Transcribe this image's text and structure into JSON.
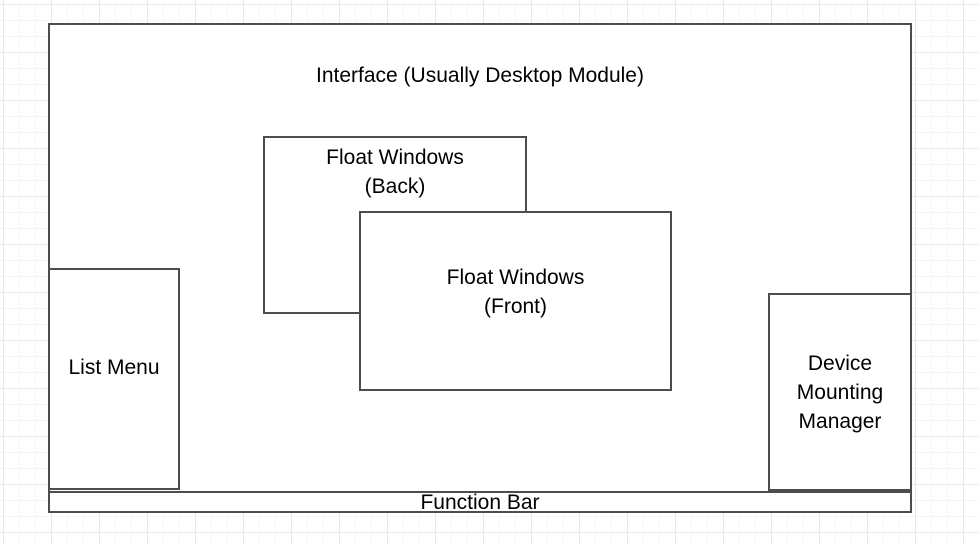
{
  "colors": {
    "canvas_bg": "#ffffff",
    "shape_fill": "#ffffff",
    "stroke": "#4d4d4d",
    "text": "#000000",
    "grid_minor": "#f5f5f5",
    "grid_major": "#e9e9e9"
  },
  "diagram": {
    "interface": {
      "label": "Interface (Usually Desktop Module)"
    },
    "float_back": {
      "line1": "Float Windows",
      "line2": "(Back)"
    },
    "float_front": {
      "line1": "Float Windows",
      "line2": "(Front)"
    },
    "list_menu": {
      "label": "List Menu"
    },
    "device_mounting_manager": {
      "line1": "Device",
      "line2": "Mounting",
      "line3": "Manager"
    },
    "function_bar": {
      "label": "Function Bar"
    }
  }
}
